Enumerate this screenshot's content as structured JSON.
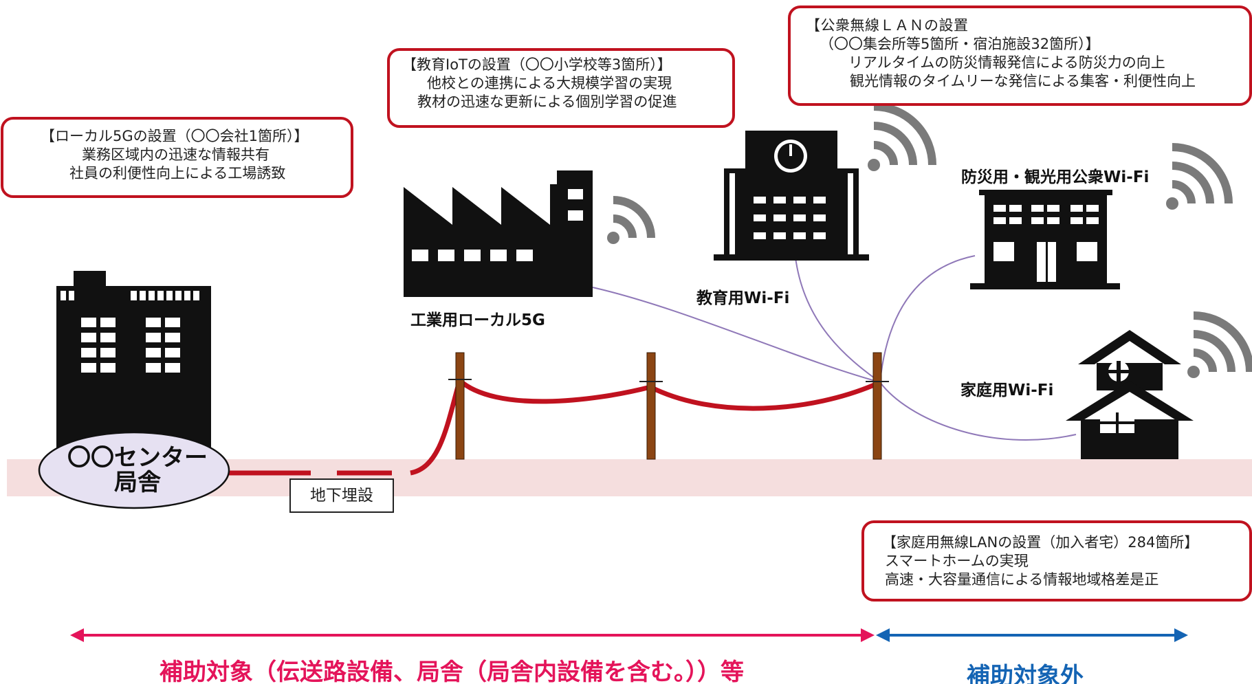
{
  "callouts": {
    "local5g": {
      "title": "【ローカル5Gの設置（〇〇会社1箇所）】",
      "lines": [
        "業務区域内の迅速な情報共有",
        "社員の利便性向上による工場誘致"
      ]
    },
    "edu_iot": {
      "title": "【教育IoTの設置（〇〇小学校等3箇所）】",
      "lines": [
        "他校との連携による大規模学習の実現",
        "教材の迅速な更新による個別学習の促進"
      ]
    },
    "public_lan": {
      "title": "【公衆無線ＬＡＮの設置",
      "lines": [
        "（〇〇集会所等5箇所・宿泊施設32箇所）】",
        "リアルタイムの防災情報発信による防災力の向上",
        "観光情報のタイムリーな発信による集客・利便性向上"
      ]
    },
    "home_lan": {
      "title": "【家庭用無線LANの設置（加入者宅）284箇所】",
      "lines": [
        "スマートホームの実現",
        "高速・大容量通信による情報地域格差是正"
      ]
    }
  },
  "labels": {
    "factory": "工業用ローカル5G",
    "school": "教育用Wi-Fi",
    "public_wifi": "防災用・観光用公衆Wi-Fi",
    "home": "家庭用Wi-Fi",
    "center": "〇〇センター",
    "center2": "局舎",
    "underground": "地下埋設"
  },
  "scope": {
    "covered": "補助対象（伝送路設備、局舎（局舎内設備を含む。））等",
    "not_covered": "補助対象外"
  },
  "colors": {
    "callout_border": "#c0121f",
    "cable": "#c0121f",
    "pole": "#8b4513",
    "drop_line": "#8f78b8",
    "ground": "#f5dede",
    "covered_arrow": "#e4145a",
    "not_covered_arrow": "#1464b4",
    "wifi_icon": "#7a7a7a",
    "center_ellipse": "#e6e1f2"
  },
  "icons": [
    "office-building-icon",
    "factory-icon",
    "school-icon",
    "apartment-icon",
    "house-icon",
    "wifi-icon"
  ]
}
